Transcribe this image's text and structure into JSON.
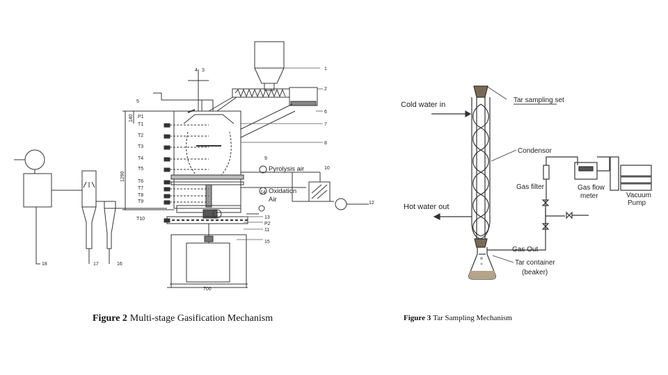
{
  "figure_left": {
    "callouts": [
      "1",
      "2",
      "4",
      "3",
      "5",
      "6",
      "7",
      "8",
      "9",
      "10",
      "11",
      "12",
      "13",
      "14",
      "15",
      "16",
      "17",
      "18"
    ],
    "sensors": [
      "P1",
      "T1",
      "T2",
      "T3",
      "T4",
      "T5",
      "T6",
      "T7",
      "T8",
      "T9",
      "T10"
    ],
    "pressure_labels": [
      "P2"
    ],
    "air_labels": [
      "Pyrolysis air",
      "Oxidation",
      "Air"
    ],
    "height_dims": [
      "140",
      "1290"
    ],
    "width_dim": "700",
    "caption": {
      "number": "Figure 2",
      "text": "Multi-stage Gasification Mechanism"
    }
  },
  "figure_right": {
    "labels": {
      "cold_water": "Cold water in",
      "hot_water": "Hot water out",
      "tar_set": "Tar sampling set",
      "condensor": "Condensor",
      "gas_filter": "Gas filter",
      "gas_flow_1": "Gas flow",
      "gas_flow_2": "meter",
      "vacuum_1": "Vacuum",
      "vacuum_2": "Pump",
      "gas_out": "Gas Out",
      "tar_container_1": "Tar container",
      "tar_container_2": "(beaker)"
    },
    "caption": {
      "number": "Figure 3",
      "text": "Tar Sampling Mechanism"
    }
  }
}
